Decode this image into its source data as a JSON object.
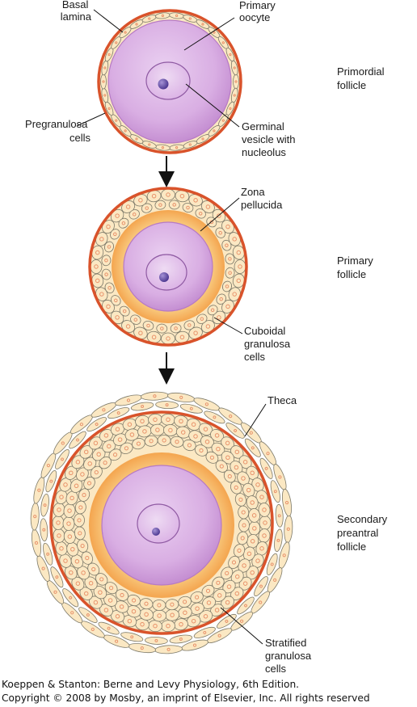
{
  "colors": {
    "basal_lamina": "#d9532b",
    "cell_fill": "#fbe8c3",
    "cell_stroke": "#7d7a6a",
    "cell_nucleus": "#e8926a",
    "zona": "#f7b665",
    "oocyte_outer": "#cf9ad9",
    "oocyte_inner": "#e6c9ee",
    "nucleolus": "#6c54ad",
    "theca_fill": "#fbe6c0"
  },
  "labels": {
    "basal_lamina": [
      "Basal",
      "lamina"
    ],
    "primary_oocyte": [
      "Primary",
      "oocyte"
    ],
    "pregranulosa_cells": [
      "Pregranulosa",
      "cells"
    ],
    "germinal_vesicle": [
      "Germinal",
      "vesicle with",
      "nucleolus"
    ],
    "zona_pellucida": [
      "Zona",
      "pellucida"
    ],
    "cuboidal_granulosa": [
      "Cuboidal",
      "granulosa",
      "cells"
    ],
    "theca": [
      "Theca"
    ],
    "stratified_granulosa": [
      "Stratified",
      "granulosa",
      "cells"
    ]
  },
  "stages": {
    "primordial": [
      "Primordial",
      "follicle"
    ],
    "primary": [
      "Primary",
      "follicle"
    ],
    "secondary": [
      "Secondary",
      "preantral",
      "follicle"
    ]
  },
  "caption": {
    "line1": "Koeppen & Stanton: Berne and Levy Physiology, 6th Edition.",
    "line2": "Copyright © 2008 by Mosby, an imprint of Elsevier, Inc. All rights reserved"
  }
}
